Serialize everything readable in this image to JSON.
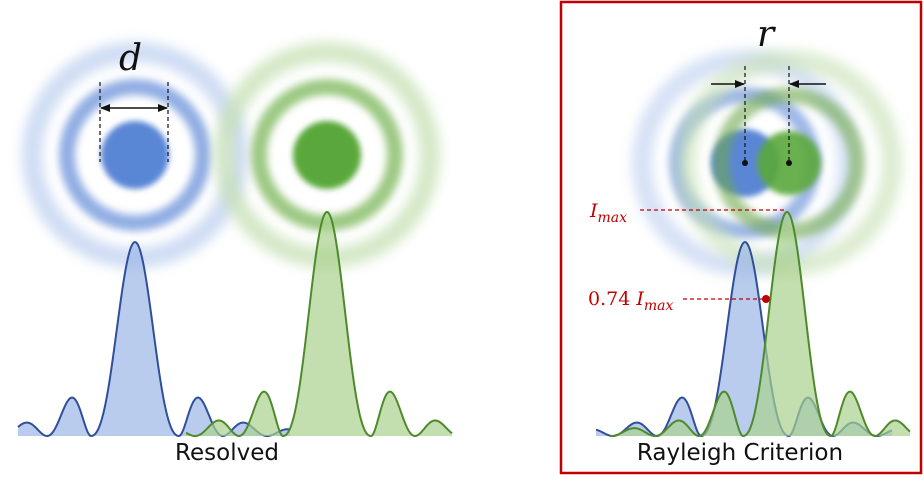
{
  "left_panel": {
    "caption": "Resolved",
    "spot_diameter_label": "d"
  },
  "right_panel": {
    "caption": "Rayleigh Criterion",
    "separation_label": "r",
    "imax_label": {
      "symbol": "I",
      "subscript": "max"
    },
    "intersection_label": {
      "coefficient": "0.74",
      "symbol": "I",
      "subscript": "max"
    },
    "intersection_fraction": 0.74
  },
  "colors": {
    "blue_fill": "#9bb6e6",
    "blue_line": "#2f4f9a",
    "blue_spot": "#5a86d6",
    "green_fill": "#a9d18e",
    "green_line": "#4e8a2c",
    "green_spot": "#5aa83a",
    "frame": "#c00000",
    "annotation": "#c00000"
  }
}
